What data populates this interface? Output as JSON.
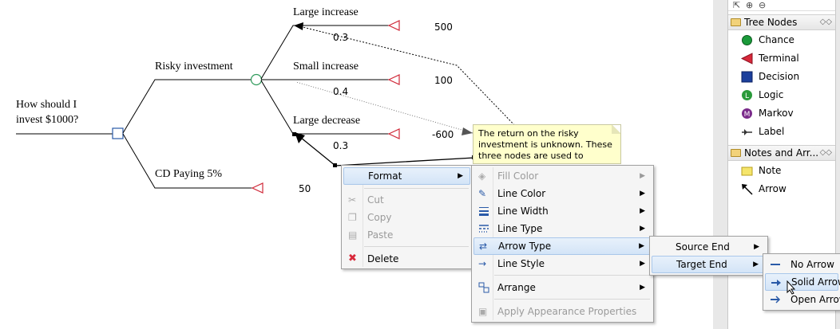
{
  "tree": {
    "root_label_line1": "How should I",
    "root_label_line2": "invest $1000?",
    "branch_risky": "Risky investment",
    "branch_cd": "CD Paying 5%",
    "outcome_large_increase": "Large increase",
    "outcome_small_increase": "Small increase",
    "outcome_large_decrease": "Large decrease",
    "prob_large_increase": "0.3",
    "prob_small_increase": "0.4",
    "prob_large_decrease": "0.3",
    "payoff_large_increase": "500",
    "payoff_small_increase": "100",
    "payoff_large_decrease": "-600",
    "payoff_cd": "50"
  },
  "note": {
    "text": "The return on the risky investment is unknown. These three nodes are used to"
  },
  "palette": {
    "drawer_tree_nodes": "Tree Nodes",
    "items_tree": [
      {
        "label": "Chance",
        "icon": "chance-icon",
        "color": "#1a9a3a"
      },
      {
        "label": "Terminal",
        "icon": "terminal-icon",
        "color": "#d8283a"
      },
      {
        "label": "Decision",
        "icon": "decision-icon",
        "color": "#1c3f9c"
      },
      {
        "label": "Logic",
        "icon": "logic-icon",
        "color": "#2a9a3a"
      },
      {
        "label": "Markov",
        "icon": "markov-icon",
        "color": "#7a2a8a"
      },
      {
        "label": "Label",
        "icon": "label-icon",
        "color": "#333333"
      }
    ],
    "drawer_notes": "Notes and Arr...",
    "items_notes": [
      {
        "label": "Note",
        "icon": "note-icon",
        "color": "#f5e56b"
      },
      {
        "label": "Arrow",
        "icon": "arrow-icon",
        "color": "#000000"
      }
    ]
  },
  "menu_main": {
    "format": "Format",
    "cut": "Cut",
    "copy": "Copy",
    "paste": "Paste",
    "delete": "Delete"
  },
  "menu_format": {
    "fill_color": "Fill Color",
    "line_color": "Line Color",
    "line_width": "Line Width",
    "line_type": "Line Type",
    "arrow_type": "Arrow Type",
    "line_style": "Line Style",
    "arrange": "Arrange",
    "apply_appearance": "Apply Appearance Properties"
  },
  "menu_arrow_type": {
    "source_end": "Source End",
    "target_end": "Target End"
  },
  "menu_target_end": {
    "no_arrow": "No Arrow",
    "solid_arrow": "Solid Arrow",
    "open_arrow": "Open Arrow"
  },
  "colors": {
    "chance_node": "#2e9a5a",
    "decision_node": "#2a5aa8",
    "terminal_node": "#d02a3a",
    "menu_highlight": "#d3e4f7"
  }
}
